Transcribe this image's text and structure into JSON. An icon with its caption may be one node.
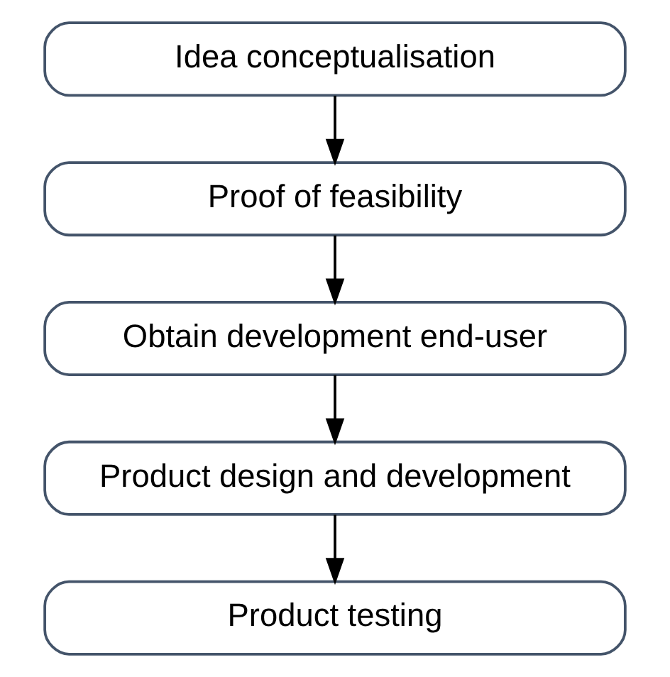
{
  "diagram": {
    "nodes": [
      {
        "text": [
          "Idea conceptualisation"
        ]
      },
      {
        "text": [
          "Proof of feasibility"
        ]
      },
      {
        "text": [
          "Obtain development end-user"
        ]
      },
      {
        "text": [
          "Product design and development"
        ]
      },
      {
        "text": [
          "Product testing"
        ]
      }
    ],
    "edges": [
      {
        "from": 0,
        "to": 1,
        "arrow": "to"
      },
      {
        "from": 1,
        "to": 2,
        "arrow": "to"
      },
      {
        "from": 2,
        "to": 3,
        "arrow": "to"
      },
      {
        "from": 3,
        "to": 4,
        "arrow": "to"
      }
    ]
  }
}
